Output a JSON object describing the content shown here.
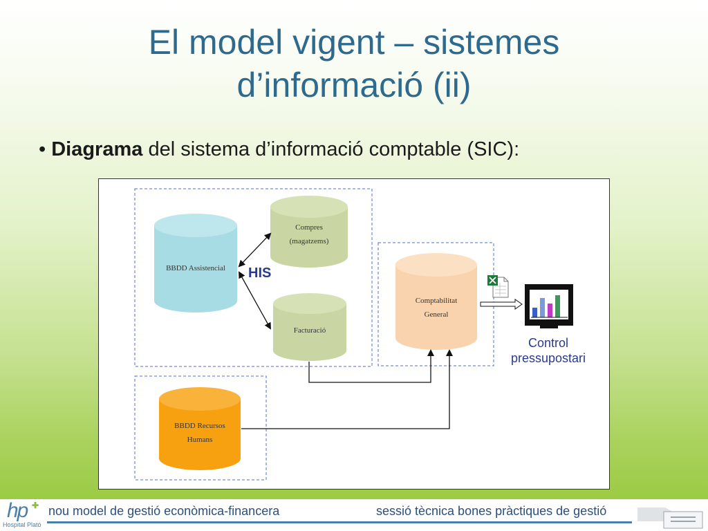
{
  "slide": {
    "title_line1": "El model vigent – sistemes",
    "title_line2": "d’informació (ii)",
    "bullet_marker": "•",
    "bullet_bold": "Diagrama",
    "bullet_rest": " del sistema d’informació comptable (SIC):"
  },
  "diagram": {
    "his_label": "HIS",
    "databases": {
      "assistencial": "BBDD Assistencial",
      "compres_line1": "Compres",
      "compres_line2": "(magatzems)",
      "facturacio": "Facturació",
      "comptabilitat_line1": "Comptabilitat",
      "comptabilitat_line2": "General",
      "rrhh_line1": "BBDD Recursos",
      "rrhh_line2": "Humans"
    },
    "control_line1": "Control",
    "control_line2": "pressupostari"
  },
  "footer": {
    "logo_mark": "hp",
    "logo_name": "Hospital Plató",
    "left_text": "nou model de gestió econòmica-financera",
    "right_text": "sessió tècnica bones pràctiques de gestió"
  },
  "colors": {
    "title": "#2e6a8e",
    "db_blue": "#a8dce4",
    "db_green": "#c9d6a4",
    "db_peach": "#f8d3ad",
    "db_orange": "#f7a010",
    "footer_text": "#2b4f7c"
  }
}
